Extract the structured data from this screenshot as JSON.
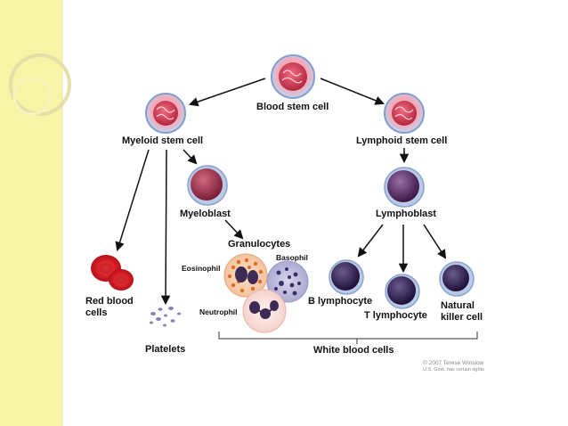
{
  "slide": {
    "side_band_color": "#f8f4a6",
    "accent_circle_color": "#e4e0a8"
  },
  "diagram": {
    "blood_stem_cell": "Blood stem cell",
    "myeloid_stem_cell": "Myeloid stem cell",
    "lymphoid_stem_cell": "Lymphoid stem cell",
    "myeloblast": "Myeloblast",
    "lymphoblast": "Lymphoblast",
    "granulocytes": "Granulocytes",
    "eosinophil": "Eosinophil",
    "basophil": "Basophil",
    "neutrophil": "Neutrophil",
    "red_blood_cells_line1": "Red blood",
    "red_blood_cells_line2": "cells",
    "platelets": "Platelets",
    "b_lymphocyte": "B lymphocyte",
    "t_lymphocyte": "T lymphocyte",
    "natural_killer_line1": "Natural",
    "natural_killer_line2": "killer cell",
    "white_blood_cells": "White blood cells",
    "credit_line1": "© 2007 Terese Winslow",
    "credit_line2": "U.S. Govt. has certain rights"
  }
}
